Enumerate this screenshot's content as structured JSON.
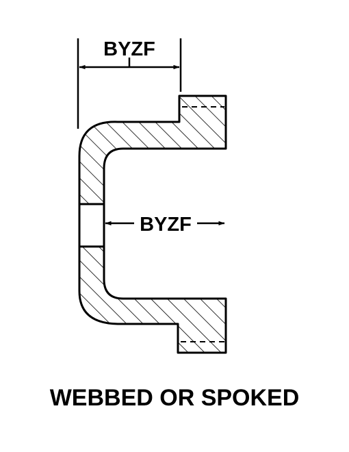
{
  "diagram": {
    "top_dimension_label": "BYZF",
    "inner_dimension_label": "BYZF",
    "caption": "WEBBED OR SPOKED",
    "ink_color": "#000000",
    "paper_color": "#ffffff"
  }
}
